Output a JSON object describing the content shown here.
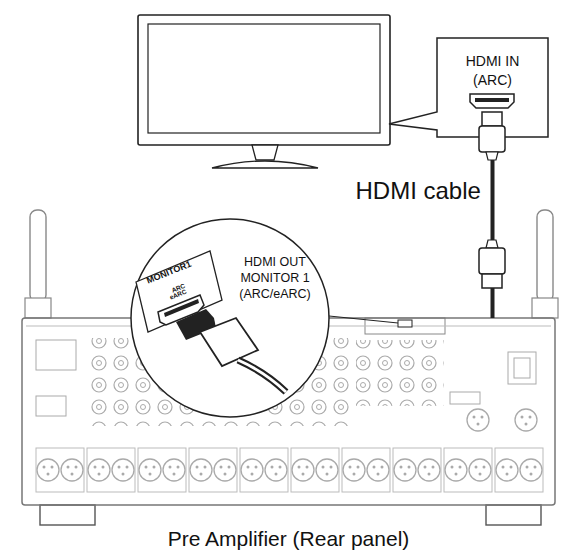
{
  "diagram": {
    "nodes": [
      {
        "text": [
          "HDMI IN (ARC)"
        ]
      },
      {
        "text": [
          "Pre Amplifier (Rear panel)"
        ]
      },
      {
        "text": [
          "HDMI OUT MONITOR 1 (ARC/eARC)"
        ],
        "in": 1
      }
    ],
    "edges": [
      {
        "from": 0,
        "to": 1,
        "arrow": "none",
        "label": "HDMI cable"
      }
    ],
    "labels": [
      "MONITOR1",
      "ARC",
      "eARC"
    ]
  }
}
